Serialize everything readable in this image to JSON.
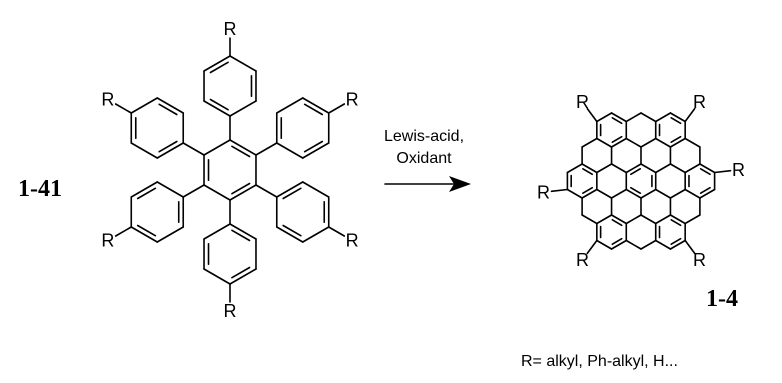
{
  "reactant": {
    "label": "1-41",
    "substituent": "R"
  },
  "product": {
    "label": "1-4",
    "substituent": "R"
  },
  "arrow": {
    "condition_line1": "Lewis-acid,",
    "condition_line2": "Oxidant"
  },
  "footnote": "R= alkyl, Ph-alkyl, H...",
  "colors": {
    "ink": "#000000",
    "background": "#ffffff"
  }
}
